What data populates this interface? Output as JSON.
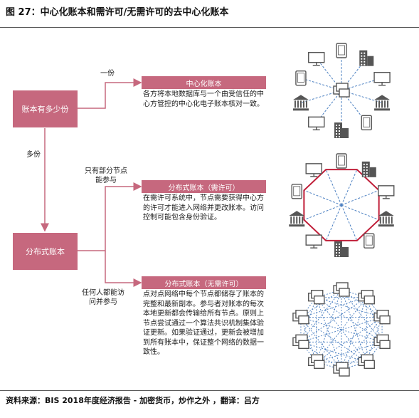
{
  "title": "图 27：中心化账本和需许可/无需许可的去中心化账本",
  "nodes": {
    "ledger_count": "账本有多少份",
    "distributed": "分布式账本"
  },
  "edges": {
    "one": "一份",
    "many": "多份",
    "some_nodes": "只有部分节点能参与",
    "anyone": "任何人都能访问并参与"
  },
  "types": [
    {
      "label": "中心化账本",
      "description": "各方将本地数据库与一个由受信任的中心方管控的中心化电子账本核对一致。"
    },
    {
      "label": "分布式账本（需许可）",
      "description": "在需许可系统中，节点需要获得中心方的许可才能进入网络并更改账本。访问控制可能包含身份验证。"
    },
    {
      "label": "分布式账本（无需许可）",
      "description": "点对点网络中每个节点都储存了账本的完整和最新副本。参与者对账本的每次本地更新都会传输给所有节点。原则上节点尝试通过一个算法共识机制集体验证更新。如果验证通过，更新会被增加到所有账本中，保证整个网络的数据一致性。"
    }
  ],
  "source": "资料来源：BIS 2018年度经济报告 - 加密货币，炒作之外 ，翻译：吕方",
  "colors": {
    "accent": "#c6687e",
    "ring": "#c0203a",
    "dash": "#4a7fc1",
    "icon": "#555555"
  }
}
